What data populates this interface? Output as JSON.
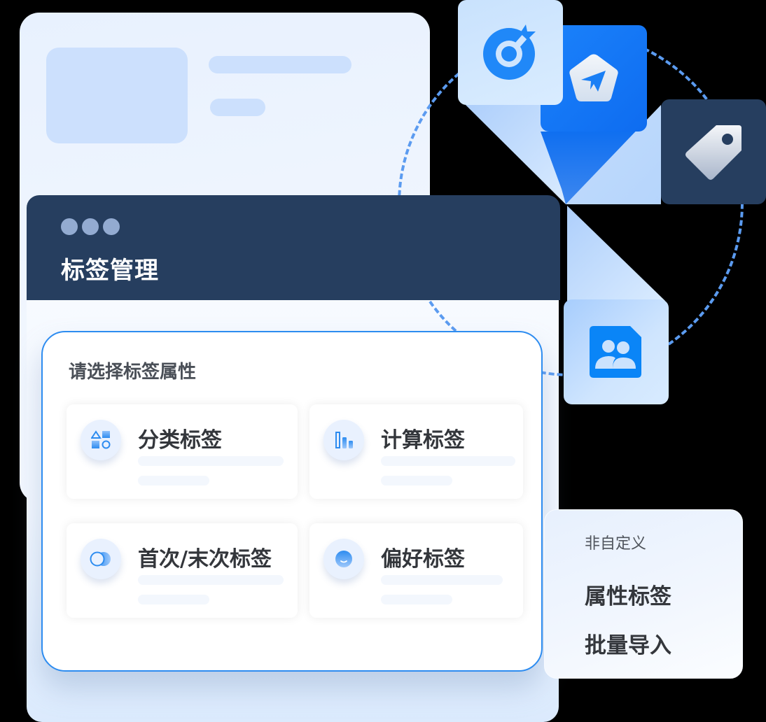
{
  "window": {
    "title": "标签管理",
    "dots": 3
  },
  "selector": {
    "title": "请选择标签属性",
    "options": [
      {
        "label": "分类标签",
        "icon": "shapes-icon"
      },
      {
        "label": "计算标签",
        "icon": "bar-chart-icon"
      },
      {
        "label": "首次/末次标签",
        "icon": "toggle-icon"
      },
      {
        "label": "偏好标签",
        "icon": "smile-icon"
      }
    ]
  },
  "side_menu": {
    "caption": "非自定义",
    "items": [
      {
        "label": "属性标签"
      },
      {
        "label": "批量导入"
      }
    ]
  },
  "floating_icons": [
    {
      "name": "target-icon",
      "color": "#2088f8"
    },
    {
      "name": "send-icon",
      "color": "#0f6ff0"
    },
    {
      "name": "tag-icon",
      "color": "#263e5f"
    },
    {
      "name": "users-icon",
      "color": "#0a85f7"
    }
  ],
  "colors": {
    "accent": "#2d8cf0",
    "header": "#263e5f",
    "placeholder": "#cce0fd"
  }
}
